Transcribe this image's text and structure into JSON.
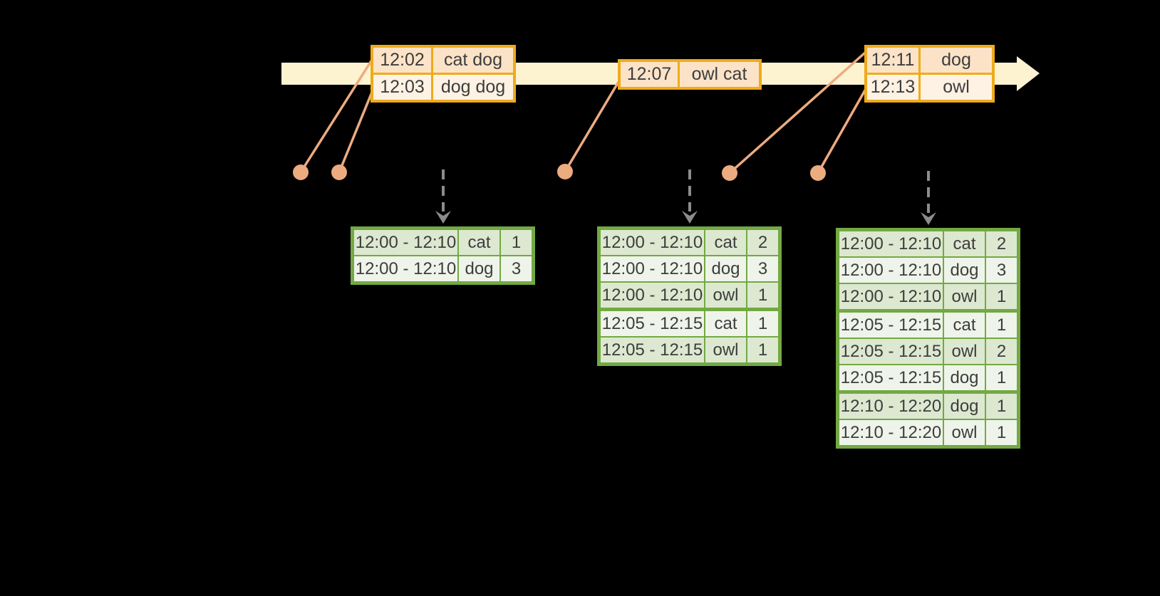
{
  "colors": {
    "background": "#000000",
    "timeline_band": "#fdf3d1",
    "event_table_border": "#eeab1a",
    "event_row_dark": "#fce3c7",
    "event_row_light": "#fdf2e3",
    "result_table_border": "#73a942",
    "result_row_dark": "#dce8d0",
    "result_row_light": "#eff4ea",
    "connector": "#edab80",
    "trigger_arrow": "#8c8c8c",
    "text": "#3d3d3d"
  },
  "timeline": {
    "shape": "right-arrow-band"
  },
  "event_tables": [
    {
      "name": "events-1",
      "rows": [
        [
          "12:02",
          "cat dog"
        ],
        [
          "12:03",
          "dog dog"
        ]
      ]
    },
    {
      "name": "events-2",
      "rows": [
        [
          "12:07",
          "owl cat"
        ]
      ]
    },
    {
      "name": "events-3",
      "rows": [
        [
          "12:11",
          "dog"
        ],
        [
          "12:13",
          "owl"
        ]
      ]
    }
  ],
  "event_dots": {
    "count": 5
  },
  "trigger_arrows": {
    "count": 3
  },
  "result_tables": [
    {
      "name": "result-1",
      "rows": [
        [
          "12:00 - 12:10",
          "cat",
          "1"
        ],
        [
          "12:00 - 12:10",
          "dog",
          "3"
        ]
      ]
    },
    {
      "name": "result-2",
      "rows": [
        [
          "12:00 - 12:10",
          "cat",
          "2"
        ],
        [
          "12:00 - 12:10",
          "dog",
          "3"
        ],
        [
          "12:00 - 12:10",
          "owl",
          "1"
        ],
        [
          "12:05 - 12:15",
          "cat",
          "1"
        ],
        [
          "12:05 - 12:15",
          "owl",
          "1"
        ]
      ]
    },
    {
      "name": "result-3",
      "rows": [
        [
          "12:00 - 12:10",
          "cat",
          "2"
        ],
        [
          "12:00 - 12:10",
          "dog",
          "3"
        ],
        [
          "12:00 - 12:10",
          "owl",
          "1"
        ],
        [
          "12:05 - 12:15",
          "cat",
          "1"
        ],
        [
          "12:05 - 12:15",
          "owl",
          "2"
        ],
        [
          "12:05 - 12:15",
          "dog",
          "1"
        ],
        [
          "12:10 - 12:20",
          "dog",
          "1"
        ],
        [
          "12:10 - 12:20",
          "owl",
          "1"
        ]
      ]
    }
  ]
}
